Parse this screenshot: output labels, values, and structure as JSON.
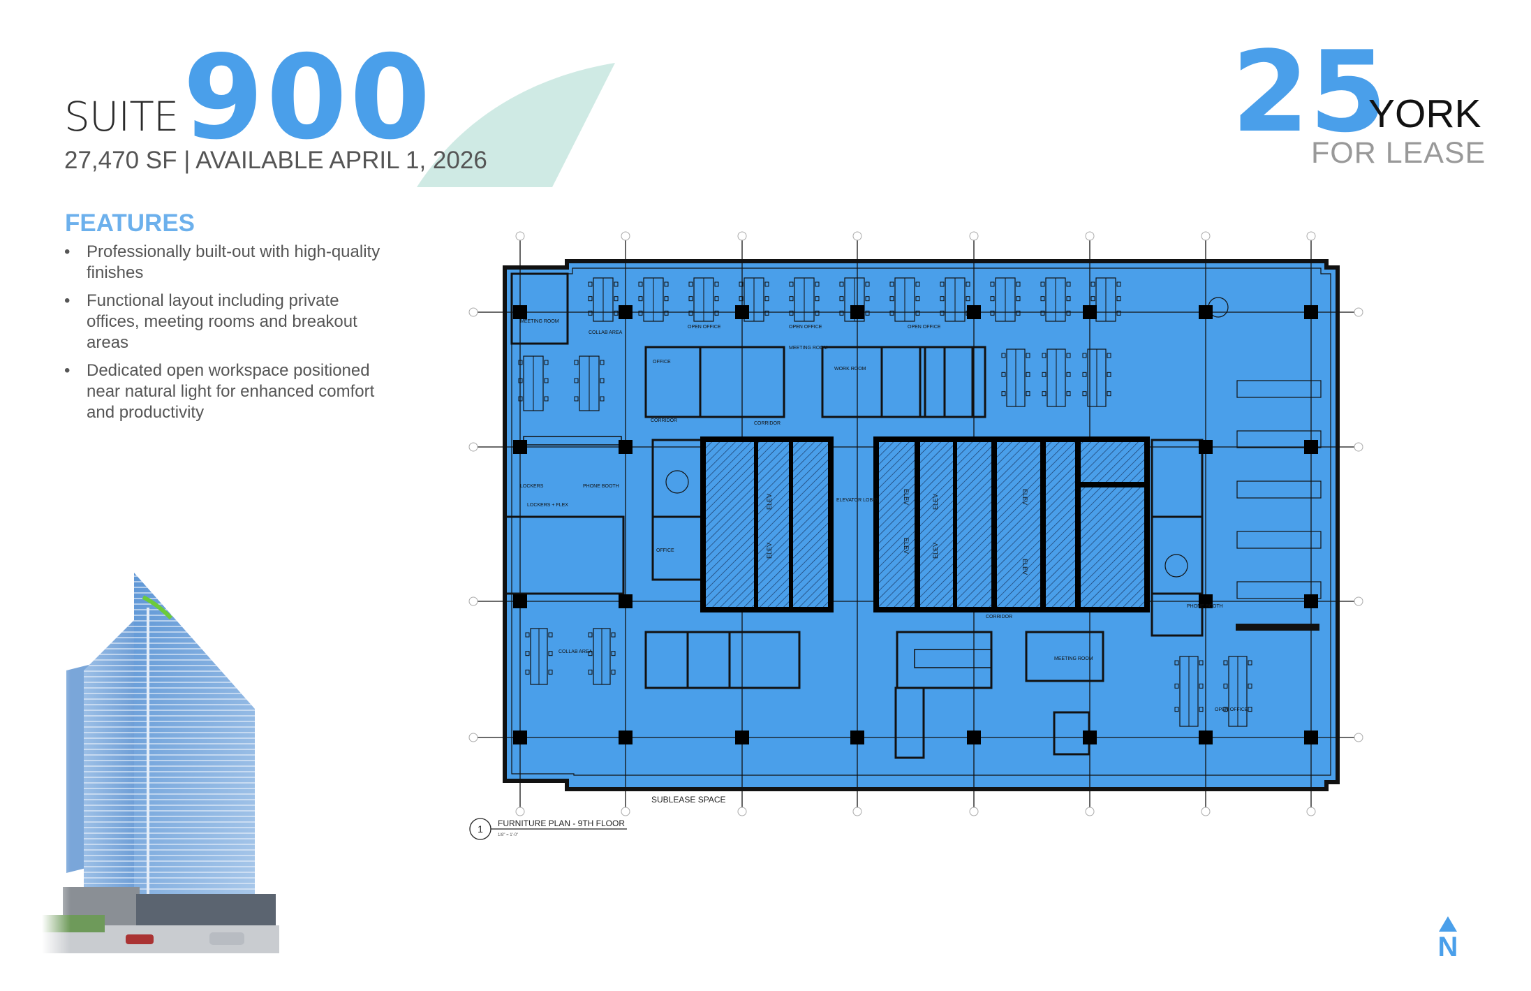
{
  "header": {
    "suite_word": "SUITE",
    "suite_number": "900",
    "subtitle": "27,470 SF | AVAILABLE APRIL 1, 2026"
  },
  "brand": {
    "number": "25",
    "name": "YORK",
    "tagline": "FOR LEASE"
  },
  "features": {
    "title": "FEATURES",
    "items": [
      {
        "bullet": "•",
        "text": "Professionally built-out with high-quality finishes"
      },
      {
        "bullet": "•",
        "text": "Functional layout including private offices, meeting rooms and breakout areas"
      },
      {
        "bullet": "•",
        "text": "Dedicated open workspace positioned near natural light for enhanced comfort and productivity"
      }
    ]
  },
  "floor_plan": {
    "title": "FURNITURE PLAN - 9TH FLOOR",
    "drawing_number": "1",
    "scale": "1/8\" = 1'-0\"",
    "adjacent_label": "SUBLEASE SPACE",
    "room_labels": [
      "MEETING ROOM",
      "COLLAB AREA",
      "OPEN OFFICE",
      "OPEN OFFICE",
      "OPEN OFFICE",
      "OFFICE",
      "MEETING ROOM",
      "WORK ROOM",
      "CORRIDOR",
      "CORRIDOR",
      "LOCKERS",
      "PHONE BOOTH",
      "ELEVATOR LOBBY",
      "CORRIDOR",
      "OFFICE",
      "COLLAB AREA",
      "MEETING ROOM",
      "OPEN OFFICE",
      "PHONE BOOTH",
      "LOCKERS + FLEX"
    ],
    "core_labels": [
      "ELEV",
      "ELEV",
      "ELEV",
      "ELEV",
      "ELEV",
      "ELEV",
      "ELEV",
      "ELEV"
    ]
  },
  "north_arrow": {
    "label": "N"
  },
  "colors": {
    "brand_blue": "#4a9fea",
    "teal": "#cfeae4",
    "text_grey": "#555555"
  }
}
